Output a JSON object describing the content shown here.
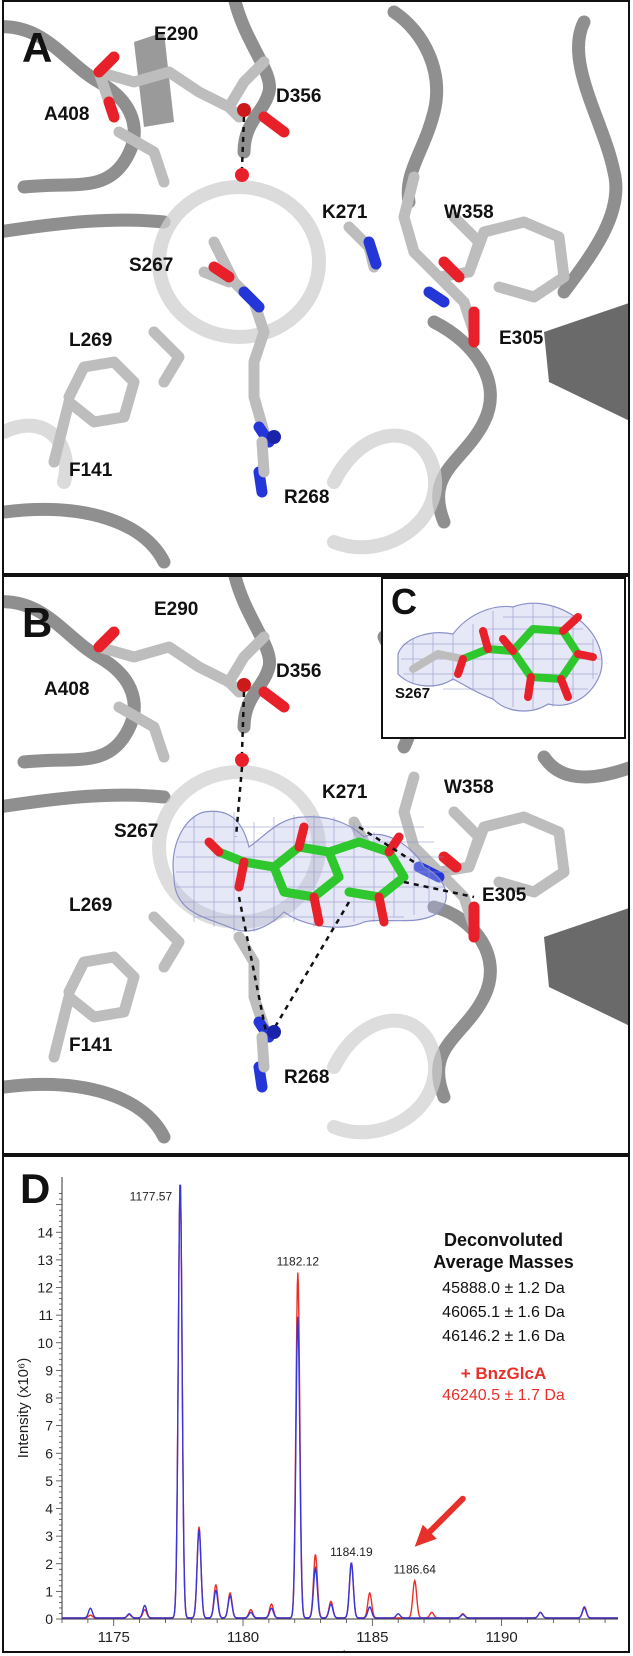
{
  "panels": {
    "a": {
      "label": "A",
      "residues": {
        "e290": "E290",
        "d356": "D356",
        "a408": "A408",
        "k271": "K271",
        "w358": "W358",
        "s267": "S267",
        "e305": "E305",
        "l269": "L269",
        "f141": "F141",
        "r268": "R268"
      }
    },
    "b": {
      "label": "B",
      "residues": {
        "e290": "E290",
        "d356": "D356",
        "a408": "A408",
        "k271": "K271",
        "w358": "W358",
        "s267": "S267",
        "e305": "E305",
        "l269": "L269",
        "f141": "F141",
        "r268": "R268"
      }
    },
    "c": {
      "label": "C",
      "residue": "S267"
    },
    "d": {
      "label": "D",
      "legend": {
        "title_line1": "Deconvoluted",
        "title_line2": "Average Masses",
        "masses": [
          "45888.0 ± 1.2 Da",
          "46065.1 ± 1.6 Da",
          "46146.2 ± 1.6 Da"
        ],
        "adduct_label": "+ BnzGlcA",
        "adduct_mass": "46240.5 ± 1.7 Da"
      }
    }
  },
  "colors": {
    "carbon_protein": "#d9d9d9",
    "ribbon": "#9a9a9a",
    "oxygen": "#e8202a",
    "nitrogen": "#2436d8",
    "ligand_carbon": "#2ec82e",
    "density_mesh": "#8a90c8",
    "spectrum_blue": "#3a36d8",
    "spectrum_red": "#e8302a"
  },
  "chart_data": {
    "type": "line",
    "xlabel": "m/z",
    "ylabel": "Intensity (x10⁶)",
    "xlim": [
      1173,
      1194.5
    ],
    "ylim": [
      0,
      16
    ],
    "x_ticks": [
      1175,
      1180,
      1185,
      1190
    ],
    "y_ticks": [
      0,
      1,
      2,
      3,
      4,
      5,
      6,
      7,
      8,
      9,
      10,
      11,
      12,
      13,
      14
    ],
    "series": [
      {
        "color": "#3a36d8",
        "peaks": [
          {
            "x": 1174.1,
            "y": 0.35
          },
          {
            "x": 1175.6,
            "y": 0.15
          },
          {
            "x": 1176.2,
            "y": 0.45
          },
          {
            "x": 1177.57,
            "y": 15.8
          },
          {
            "x": 1178.3,
            "y": 3.2
          },
          {
            "x": 1178.95,
            "y": 1.0
          },
          {
            "x": 1179.5,
            "y": 0.8
          },
          {
            "x": 1180.3,
            "y": 0.2
          },
          {
            "x": 1181.1,
            "y": 0.35
          },
          {
            "x": 1182.12,
            "y": 10.9
          },
          {
            "x": 1182.8,
            "y": 1.8
          },
          {
            "x": 1183.4,
            "y": 0.5
          },
          {
            "x": 1184.19,
            "y": 2.0
          },
          {
            "x": 1184.9,
            "y": 0.4
          },
          {
            "x": 1186.0,
            "y": 0.15
          },
          {
            "x": 1188.5,
            "y": 0.12
          },
          {
            "x": 1191.5,
            "y": 0.2
          },
          {
            "x": 1193.2,
            "y": 0.4
          }
        ]
      },
      {
        "color": "#e8302a",
        "peaks": [
          {
            "x": 1174.1,
            "y": 0.1
          },
          {
            "x": 1175.6,
            "y": 0.12
          },
          {
            "x": 1176.2,
            "y": 0.3
          },
          {
            "x": 1177.57,
            "y": 15.8
          },
          {
            "x": 1178.3,
            "y": 3.3
          },
          {
            "x": 1178.95,
            "y": 1.2
          },
          {
            "x": 1179.5,
            "y": 0.9
          },
          {
            "x": 1180.3,
            "y": 0.3
          },
          {
            "x": 1181.1,
            "y": 0.5
          },
          {
            "x": 1182.12,
            "y": 12.5
          },
          {
            "x": 1182.8,
            "y": 2.3
          },
          {
            "x": 1183.4,
            "y": 0.6
          },
          {
            "x": 1184.19,
            "y": 2.0
          },
          {
            "x": 1184.9,
            "y": 0.9
          },
          {
            "x": 1186.64,
            "y": 1.35
          },
          {
            "x": 1187.3,
            "y": 0.2
          },
          {
            "x": 1188.5,
            "y": 0.15
          },
          {
            "x": 1191.5,
            "y": 0.2
          },
          {
            "x": 1193.2,
            "y": 0.35
          }
        ]
      }
    ],
    "peak_labels": [
      {
        "x": 1177.57,
        "y": 15.8,
        "text": "1177.57"
      },
      {
        "x": 1182.12,
        "y": 12.5,
        "text": "1182.12"
      },
      {
        "x": 1184.19,
        "y": 2.0,
        "text": "1184.19"
      },
      {
        "x": 1186.64,
        "y": 1.35,
        "text": "1186.64"
      }
    ],
    "arrow_target": {
      "x": 1186.64,
      "y": 1.6
    }
  }
}
